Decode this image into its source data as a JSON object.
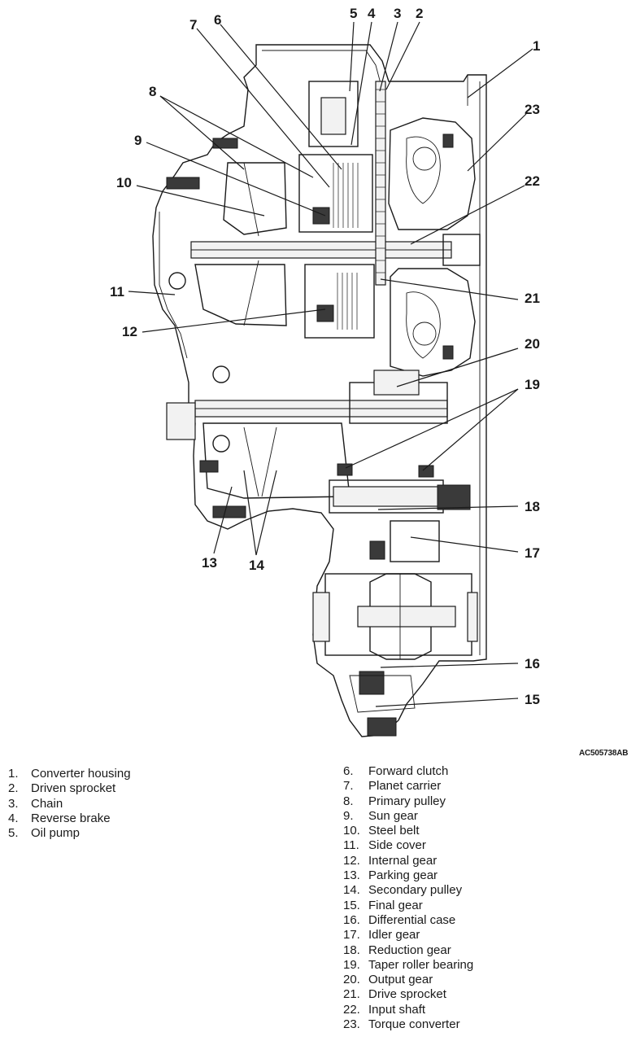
{
  "figure_code": "AC505738AB",
  "callouts": [
    "1",
    "2",
    "3",
    "4",
    "5",
    "6",
    "7",
    "8",
    "9",
    "10",
    "11",
    "12",
    "13",
    "14",
    "15",
    "16",
    "17",
    "18",
    "19",
    "20",
    "21",
    "22",
    "23"
  ],
  "legend": {
    "left": [
      {
        "num": "1.",
        "label": "Converter housing"
      },
      {
        "num": "2.",
        "label": "Driven sprocket"
      },
      {
        "num": "3.",
        "label": "Chain"
      },
      {
        "num": "4.",
        "label": "Reverse brake"
      },
      {
        "num": "5.",
        "label": "Oil pump"
      }
    ],
    "right": [
      {
        "num": "6.",
        "label": "Forward clutch"
      },
      {
        "num": "7.",
        "label": "Planet carrier"
      },
      {
        "num": "8.",
        "label": "Primary pulley"
      },
      {
        "num": "9.",
        "label": "Sun gear"
      },
      {
        "num": "10.",
        "label": "Steel belt"
      },
      {
        "num": "11.",
        "label": "Side cover"
      },
      {
        "num": "12.",
        "label": "Internal gear"
      },
      {
        "num": "13.",
        "label": "Parking gear"
      },
      {
        "num": "14.",
        "label": "Secondary pulley"
      },
      {
        "num": "15.",
        "label": "Final gear"
      },
      {
        "num": "16.",
        "label": "Differential case"
      },
      {
        "num": "17.",
        "label": "Idler gear"
      },
      {
        "num": "18.",
        "label": "Reduction gear"
      },
      {
        "num": "19.",
        "label": "Taper roller bearing"
      },
      {
        "num": "20.",
        "label": "Output gear"
      },
      {
        "num": "21.",
        "label": "Drive sprocket"
      },
      {
        "num": "22.",
        "label": "Input shaft"
      },
      {
        "num": "23.",
        "label": "Torque converter"
      }
    ]
  }
}
